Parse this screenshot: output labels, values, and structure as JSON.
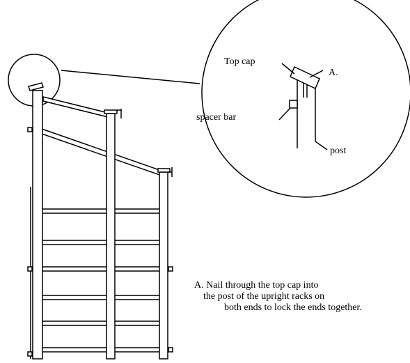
{
  "labels": {
    "top_cap": "Top cap",
    "marker_a": "A.",
    "spacer_bar": "spacer bar",
    "post": "post"
  },
  "note": {
    "line1": "A. Nail through the top cap into",
    "line2": "the post of the upright racks on",
    "line3": "both ends to lock the ends together."
  },
  "colors": {
    "stroke": "#000000",
    "background": "#ffffff"
  }
}
